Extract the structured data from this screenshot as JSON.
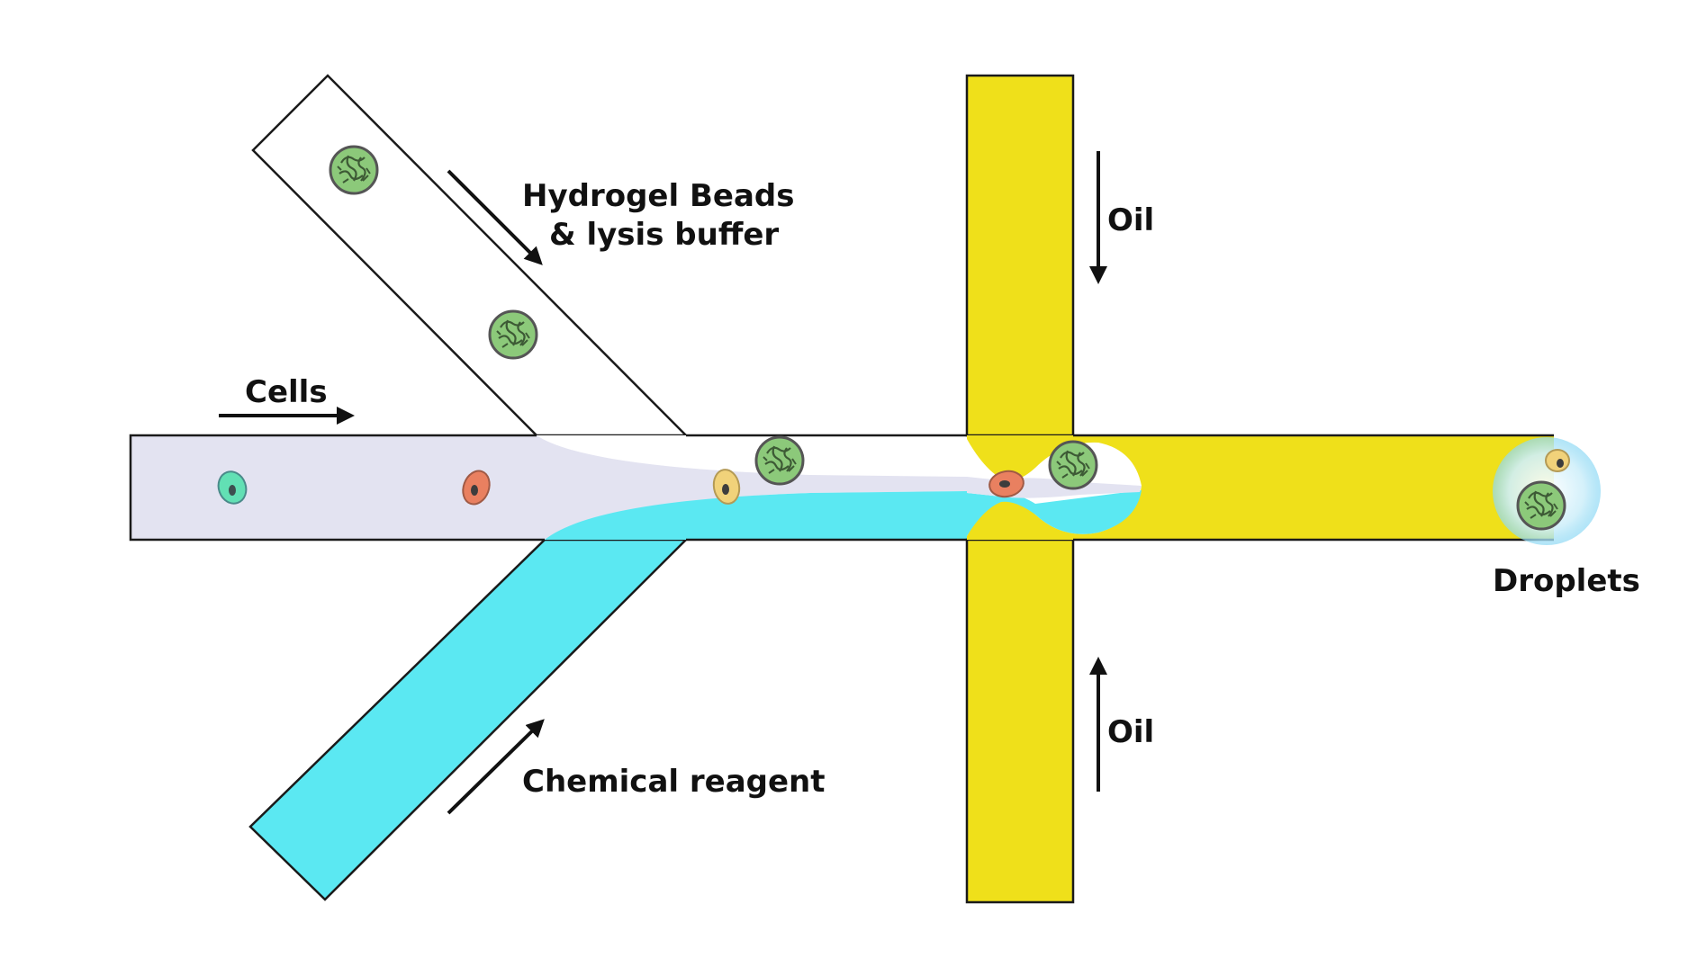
{
  "labels": {
    "hydrogel_line1": "Hydrogel Beads",
    "hydrogel_line2": "& lysis buffer",
    "cells": "Cells",
    "oil_top": "Oil",
    "oil_bottom": "Oil",
    "chemical_reagent": "Chemical reagent",
    "droplets": "Droplets"
  },
  "colors": {
    "oil": "#EFE01A",
    "reagent": "#5BE8F2",
    "cell_stream": "#E3E3F1",
    "channel_outline": "#1a1a1a",
    "bead_fill": "#8CC97A",
    "bead_outline": "#555555",
    "cell_teal": "#62E0B4",
    "cell_orange": "#E98060",
    "cell_yellow": "#F1D27A",
    "droplet": "#BFEAF8"
  },
  "icons": [
    "hydrogel-bead-icon",
    "cell-icon",
    "droplet-icon",
    "flow-arrow-icon"
  ]
}
